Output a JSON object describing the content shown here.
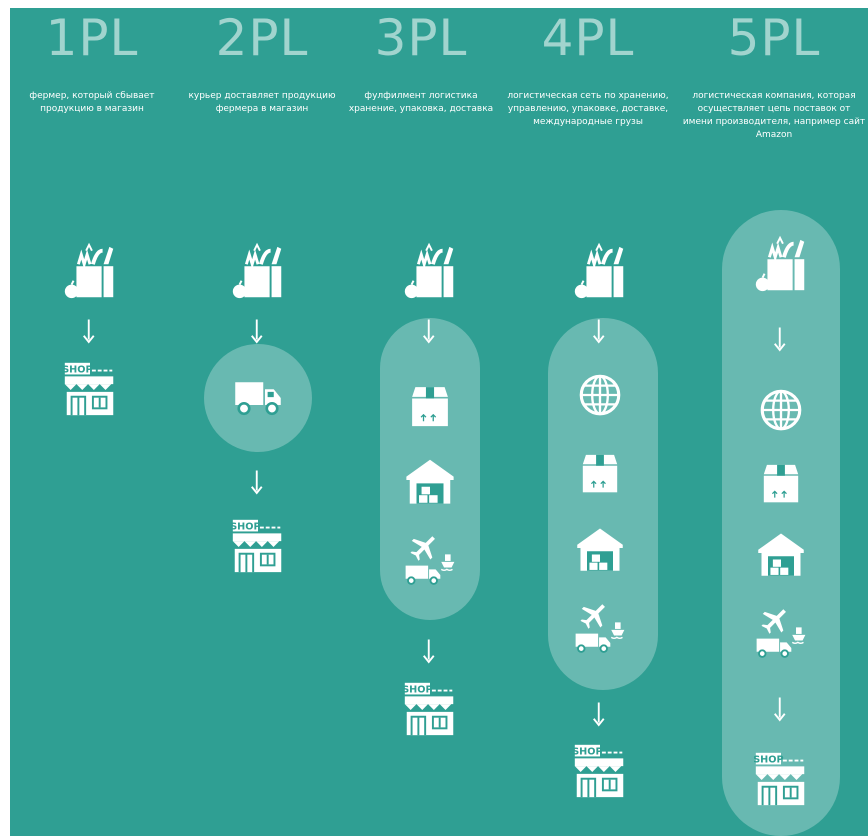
{
  "colors": {
    "background": "#2f9f93",
    "foreground": "#ffffff",
    "bubble": "rgba(255,255,255,0.28)"
  },
  "columns": [
    {
      "title": "1PL",
      "description": "фермер, который сбывает продукцию в магазин"
    },
    {
      "title": "2PL",
      "description": "курьер доставляет продукцию фермера в магазин"
    },
    {
      "title": "3PL",
      "description": "фулфилмент логистика хранение, упаковка, доставка"
    },
    {
      "title": "4PL",
      "description": "логистическая сеть по хранению, управлению, упаковке, доставке, международные грузы"
    },
    {
      "title": "5PL",
      "description": "логистическая компания, которая осуществляет цепь поставок от имени производителя, например сайт Amazon"
    }
  ],
  "icons": {
    "produce": "grocery-bag-icon",
    "arrow": "arrow-down-icon",
    "shop": "shop-icon",
    "truck": "truck-icon",
    "box": "box-icon",
    "warehouse": "warehouse-icon",
    "transport": "plane-truck-ship-icon",
    "globe": "globe-icon"
  },
  "shop_sign": "SHOP"
}
